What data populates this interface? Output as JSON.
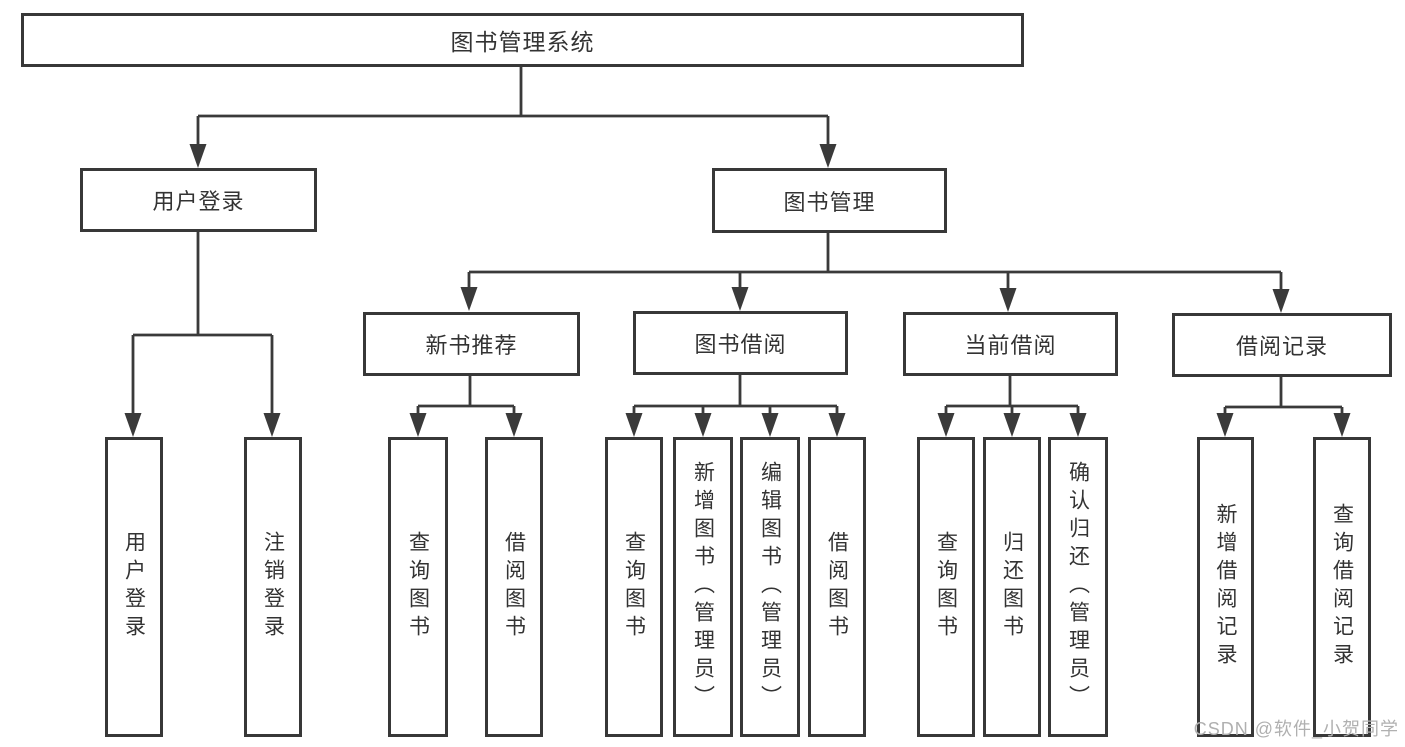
{
  "tree": {
    "root": {
      "label": "图书管理系统"
    },
    "branches": [
      {
        "label": "用户登录",
        "children": [
          {
            "label": "用户登录"
          },
          {
            "label": "注销登录"
          }
        ]
      },
      {
        "label": "图书管理",
        "children": [
          {
            "label": "新书推荐",
            "children": [
              {
                "label": "查询图书"
              },
              {
                "label": "借阅图书"
              }
            ]
          },
          {
            "label": "图书借阅",
            "children": [
              {
                "label": "查询图书"
              },
              {
                "label": "新增图书（管理员）"
              },
              {
                "label": "编辑图书（管理员）"
              },
              {
                "label": "借阅图书"
              }
            ]
          },
          {
            "label": "当前借阅",
            "children": [
              {
                "label": "查询图书"
              },
              {
                "label": "归还图书"
              },
              {
                "label": "确认归还（管理员）"
              }
            ]
          },
          {
            "label": "借阅记录",
            "children": [
              {
                "label": "新增借阅记录"
              },
              {
                "label": "查询借阅记录"
              }
            ]
          }
        ]
      }
    ]
  },
  "watermark": {
    "text": "CSDN @软件_小贺同学"
  },
  "colors": {
    "line": "#3a3a3a",
    "box_border": "#383838",
    "text": "#333333",
    "watermark": "#b0b0b0",
    "background": "#ffffff"
  }
}
